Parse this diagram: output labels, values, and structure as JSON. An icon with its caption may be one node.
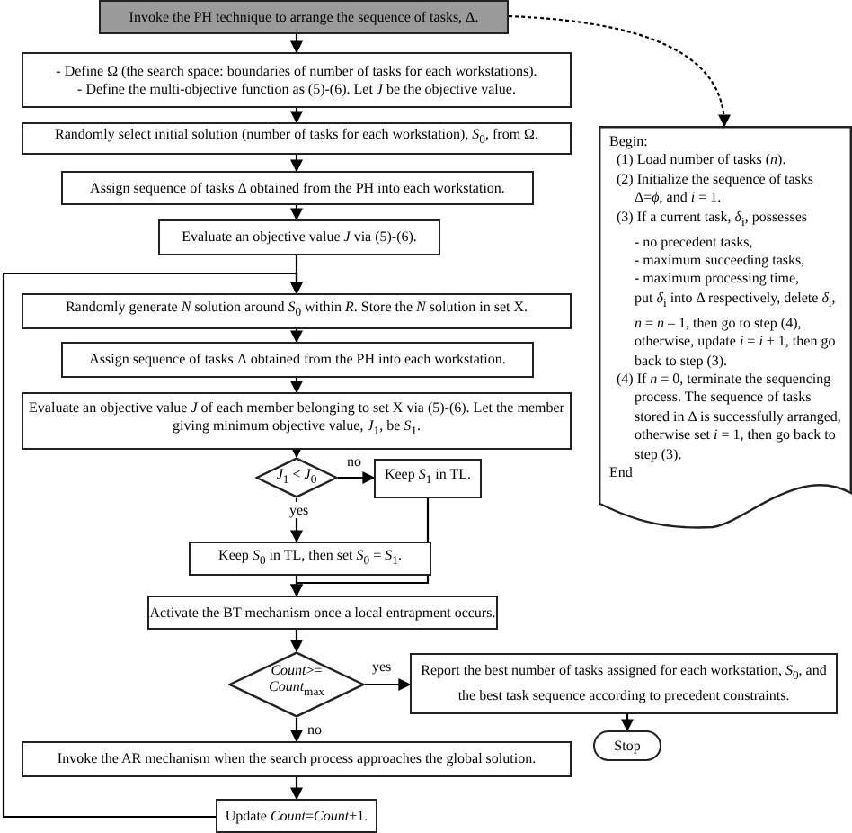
{
  "diagram": {
    "nodes": [
      {
        "text": [
          "Invoke the PH technique to arrange the sequence of tasks, Δ."
        ]
      },
      {
        "text": [
          "- Define Ω (the search space: boundaries of number of tasks for each workstations).",
          "- Define the multi-objective function as (5)-(6). Let *J* be the objective value."
        ]
      },
      {
        "text": [
          "Randomly select initial solution (number of tasks for each workstation), *S*$_{0}$, from Ω."
        ]
      },
      {
        "text": [
          "Assign sequence of tasks Δ obtained from the PH into each workstation."
        ]
      },
      {
        "text": [
          "Evaluate an objective value *J* via (5)-(6)."
        ]
      },
      {
        "text": [
          "Randomly generate *N* solution around *S*$_{0}$ within *R*. Store the *N* solution in set X."
        ]
      },
      {
        "text": [
          "Assign sequence of tasks Λ obtained from the PH into each workstation."
        ]
      },
      {
        "text": [
          "Evaluate an objective value *J* of each member belonging to set X via (5)-(6). Let the member giving minimum objective value, *J*$_{1}$, be *S*$_{1}$."
        ]
      },
      {
        "text": [
          "*J*$_{1}$ < *J*$_{0}$"
        ]
      },
      {
        "text": [
          "Keep *S*$_{1}$ in TL."
        ]
      },
      {
        "text": [
          "Keep *S*$_{0}$ in TL, then set *S*$_{0}$ = *S*$_{1}$."
        ]
      },
      {
        "text": [
          "Activate the BT mechanism once a local entrapment occurs."
        ]
      },
      {
        "text": [
          "*Count*>= *Count*$_{max}$"
        ]
      },
      {
        "text": [
          "Report the best number of tasks assigned for each workstation, *S*$_{0}$, and the best task sequence according to precedent constraints."
        ]
      },
      {
        "text": [
          "Stop"
        ]
      },
      {
        "text": [
          "Invoke the AR mechanism when the search process approaches the global solution."
        ]
      },
      {
        "text": [
          "Update *Count*=*Count*+1."
        ]
      },
      {
        "text": [
          "Begin:",
          "(1) Load number of tasks (*n*).",
          "(2) Initialize the sequence of tasks Δ=*ϕ*, and *i* = 1.",
          "(3) If a current task, *δ*$_{i}$, possesses",
          "- no precedent tasks,",
          "- maximum succeeding tasks,",
          "- maximum processing time,",
          "put *δ*$_{i}$ into Δ respectively, delete *δ*$_{i}$, *n* = *n* – 1, then go to step (4), otherwise, update *i* = *i* + 1, then go back to step (3).",
          "(4) If *n* = 0, terminate the sequencing process. The sequence of tasks stored in Δ is successfully arranged, otherwise set *i* = 1, then go back to step (3).",
          "End"
        ]
      }
    ],
    "edges": [
      {
        "from": 0,
        "to": 1,
        "arrow": "to"
      },
      {
        "from": 1,
        "to": 2,
        "arrow": "to"
      },
      {
        "from": 2,
        "to": 3,
        "arrow": "to"
      },
      {
        "from": 3,
        "to": 4,
        "arrow": "to"
      },
      {
        "from": 4,
        "to": 5,
        "arrow": "to"
      },
      {
        "from": 16,
        "to": 5,
        "arrow": "to"
      },
      {
        "from": 5,
        "to": 6,
        "arrow": "to"
      },
      {
        "from": 6,
        "to": 7,
        "arrow": "to"
      },
      {
        "from": 7,
        "to": 8,
        "arrow": "to"
      },
      {
        "from": 8,
        "to": 9,
        "arrow": "to",
        "label": "no"
      },
      {
        "from": 8,
        "to": 10,
        "arrow": "to",
        "label": "yes"
      },
      {
        "from": 9,
        "to": 11,
        "arrow": "to"
      },
      {
        "from": 10,
        "to": 11,
        "arrow": "to"
      },
      {
        "from": 11,
        "to": 12,
        "arrow": "to"
      },
      {
        "from": 12,
        "to": 13,
        "arrow": "to",
        "label": "yes"
      },
      {
        "from": 12,
        "to": 15,
        "arrow": "to",
        "label": "no"
      },
      {
        "from": 13,
        "to": 14,
        "arrow": "to"
      },
      {
        "from": 15,
        "to": 16,
        "arrow": "to"
      },
      {
        "from": 0,
        "to": 17,
        "arrow": "to",
        "style": "dashed"
      }
    ]
  }
}
